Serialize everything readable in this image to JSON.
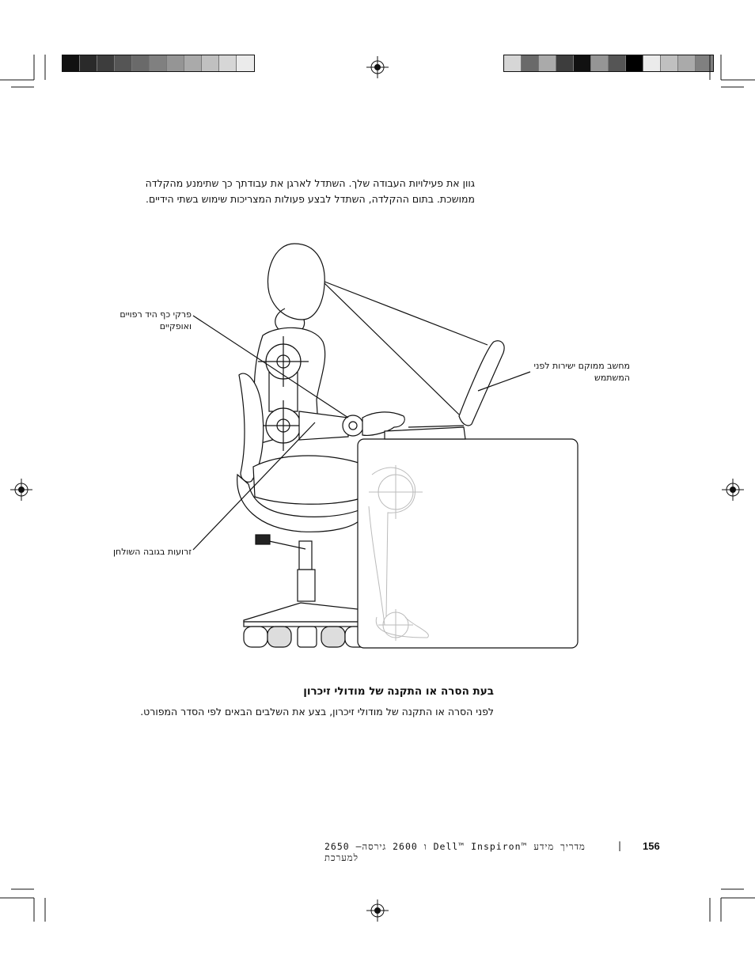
{
  "intro": {
    "line1": "גוון את פעילויות העבודה שלך. השתדל לארגן את עבודתך כך שתימנע מהקלדה",
    "line2": "ממושכת. בתום ההקלדה, השתדל לבצע פעולות המצריכות שימוש בשתי הידיים."
  },
  "figure": {
    "callouts": {
      "wrists_line1": "פרקי כף היד רפויים",
      "wrists_line2": "ואופקיים",
      "computer_line1": "מחשב ממוקם ישירות לפני",
      "computer_line2": "המשתמש",
      "arms": "זרועות בגובה השולחן"
    }
  },
  "section": {
    "heading": "בעת הסרה או התקנה של מודולי זיכרון",
    "body": "לפני הסרה או התקנה של מודולי זיכרון, בצע את השלבים הבאים לפי הסדר המפורט."
  },
  "footer": {
    "title": "2650 –ו 2600 גירסה Dell™ Inspiron™ מדריך מידע למערכת",
    "separator": "|",
    "page_number": "156"
  },
  "printer_marks": {
    "left_swatches": [
      "#111111",
      "#2a2a2a",
      "#3d3d3d",
      "#555555",
      "#6a6a6a",
      "#808080",
      "#959595",
      "#aaaaaa",
      "#c0c0c0",
      "#d6d6d6",
      "#ebebeb"
    ],
    "right_swatches": [
      "#d6d6d6",
      "#6a6a6a",
      "#aaaaaa",
      "#3d3d3d",
      "#111111",
      "#959595",
      "#555555",
      "#000000",
      "#ebebeb",
      "#c0c0c0",
      "#aaaaaa",
      "#808080"
    ]
  }
}
